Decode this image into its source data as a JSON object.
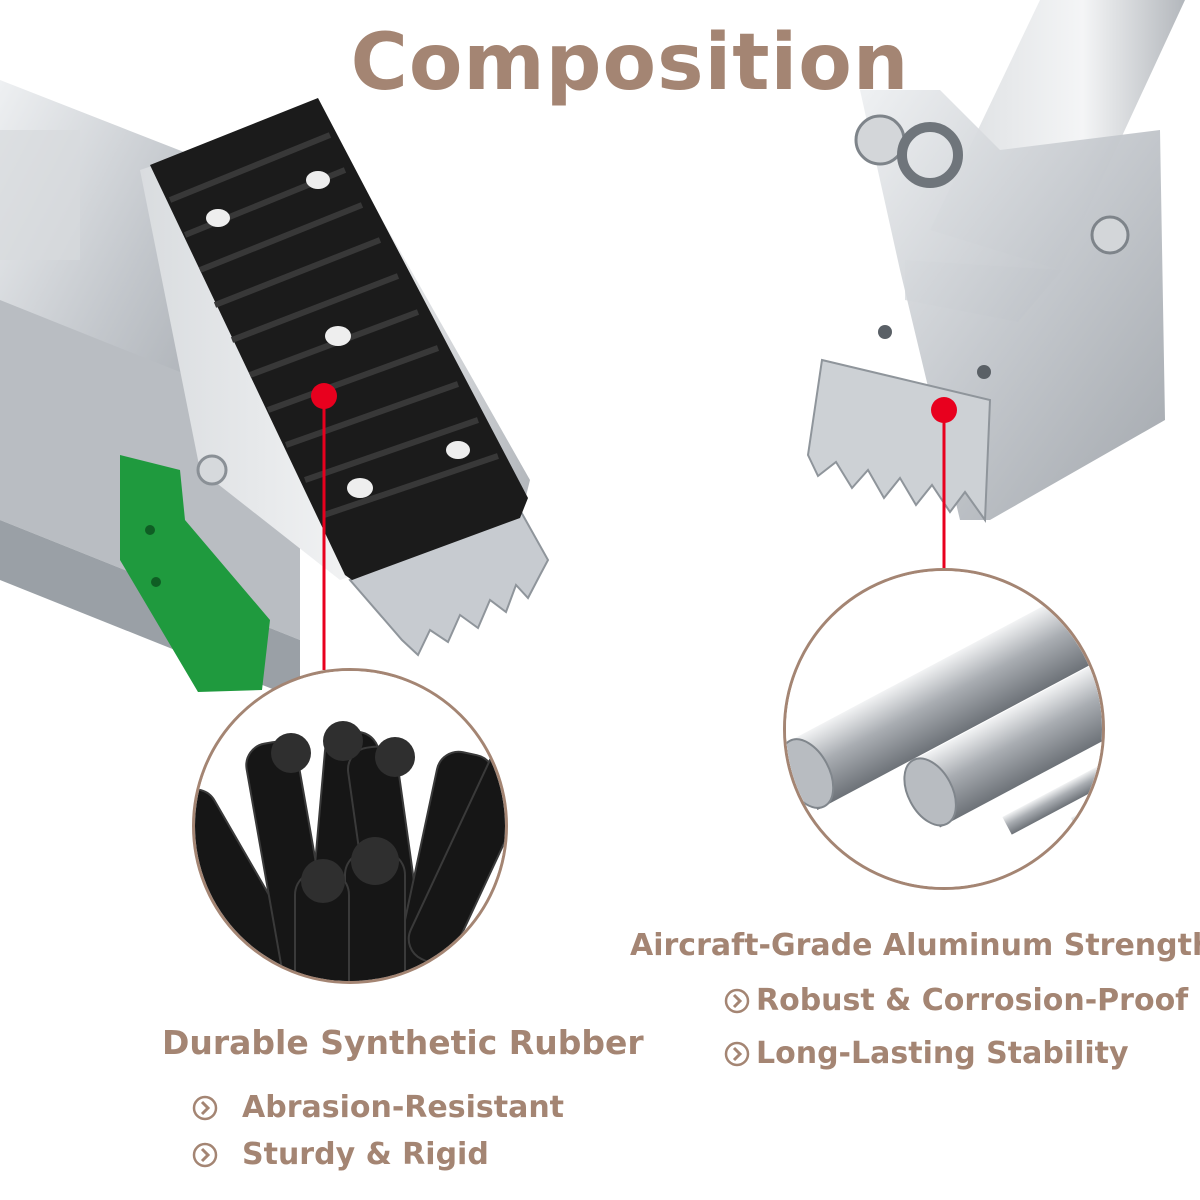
{
  "title": "Composition",
  "colors": {
    "accent": "#a48573",
    "marker": "#e8001e",
    "rubber": "#1b1b1b",
    "aluminum": "#c9ccd0",
    "green": "#1f9a3e"
  },
  "rubber_panel": {
    "heading": "Durable Synthetic Rubber",
    "bullets": [
      {
        "text": "Abrasion-Resistant",
        "icon": "chevron-circle-icon"
      },
      {
        "text": "Sturdy & Rigid",
        "icon": "chevron-circle-icon"
      }
    ]
  },
  "aluminum_panel": {
    "heading": "Aircraft-Grade Aluminum Strength",
    "bullets": [
      {
        "text": "Robust & Corrosion-Proof",
        "icon": "chevron-circle-icon"
      },
      {
        "text": "Long-Lasting Stability",
        "icon": "chevron-circle-icon"
      }
    ]
  }
}
